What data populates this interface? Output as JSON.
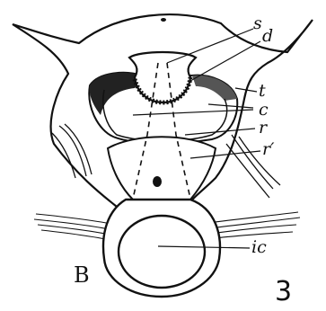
{
  "figure": {
    "panel_letter": "B",
    "figure_number": "3"
  },
  "labels": {
    "s": "s",
    "d": "d",
    "t": "t",
    "c": "c",
    "r": "r",
    "r_prime": "r′",
    "ic": "ic"
  },
  "colors": {
    "ink": "#111111",
    "paper": "#ffffff"
  }
}
